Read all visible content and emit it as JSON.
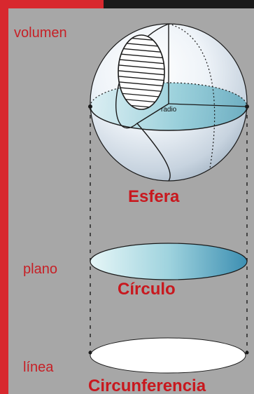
{
  "labels": {
    "volumen": "volumen",
    "plano": "plano",
    "linea": "línea",
    "radio": "radio"
  },
  "titles": {
    "esfera": "Esfera",
    "circulo": "Círculo",
    "circunferencia": "Circunferencia"
  },
  "colors": {
    "frame_red": "#d8282e",
    "frame_dark": "#1a1a1a",
    "background": "#a7a7a7",
    "title_red": "#c8181e",
    "label_red": "#c62026"
  }
}
